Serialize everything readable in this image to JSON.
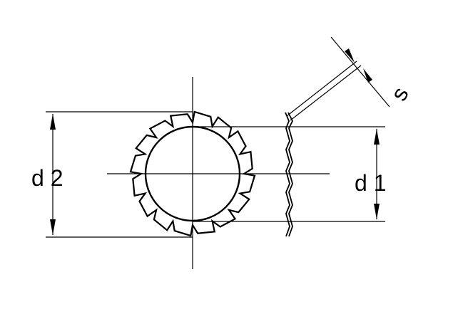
{
  "labels": {
    "outer_diameter": "d 2",
    "inner_diameter": "d 1",
    "thickness": "s"
  },
  "colors": {
    "line": "#000000",
    "background": "#ffffff"
  }
}
